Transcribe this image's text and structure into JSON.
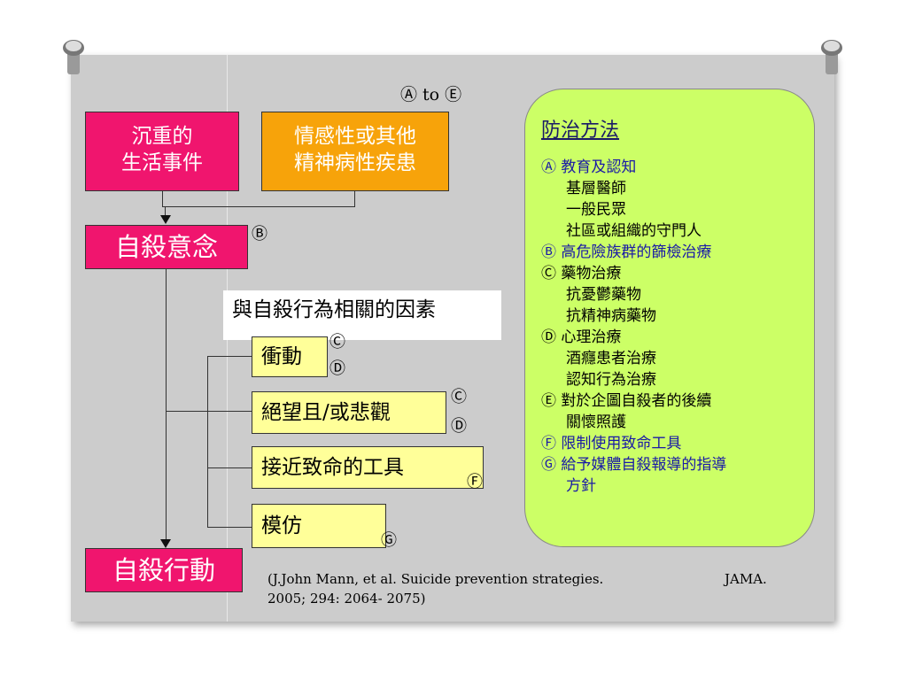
{
  "top_label": "Ⓐ to Ⓔ",
  "boxes": {
    "event": [
      "沉重的",
      "生活事件"
    ],
    "illness": [
      "情感性或其他",
      "精神病性疾患"
    ],
    "ideation": "自殺意念",
    "action": "自殺行動"
  },
  "factors": {
    "title": "與自殺行為相關的因素",
    "impulse": "衝動",
    "despair": "絕望且/或悲觀",
    "lethal": "接近致命的工具",
    "imitation": "模仿"
  },
  "markers": {
    "ideation": "Ⓑ",
    "impulse_c": "Ⓒ",
    "impulse_d": "Ⓓ",
    "despair_c": "Ⓒ",
    "despair_d": "Ⓓ",
    "lethal": "Ⓕ",
    "imitation": "Ⓖ"
  },
  "prevention": {
    "title": "防治方法",
    "rows": [
      {
        "text": "Ⓐ 教育及認知",
        "style": "head-blue"
      },
      {
        "text": "基層醫師",
        "style": "indent"
      },
      {
        "text": "一般民眾",
        "style": "indent"
      },
      {
        "text": "社區或組織的守門人",
        "style": "indent"
      },
      {
        "text": "Ⓑ 高危險族群的篩檢治療",
        "style": "head-blue"
      },
      {
        "text": "Ⓒ 藥物治療",
        "style": "head-black"
      },
      {
        "text": "抗憂鬱藥物",
        "style": "indent"
      },
      {
        "text": "抗精神病藥物",
        "style": "indent"
      },
      {
        "text": "Ⓓ 心理治療",
        "style": "head-black"
      },
      {
        "text": "酒癮患者治療",
        "style": "indent"
      },
      {
        "text": "認知行為治療",
        "style": "indent"
      },
      {
        "text": "Ⓔ 對於企圖自殺者的後續",
        "style": "head-black"
      },
      {
        "text": "關懷照護",
        "style": "indent"
      },
      {
        "text": "Ⓕ 限制使用致命工具",
        "style": "head-blue"
      },
      {
        "text": "Ⓖ 給予媒體自殺報導的指導",
        "style": "head-blue"
      },
      {
        "text": "方針",
        "style": "indent-blue"
      }
    ]
  },
  "citation": {
    "line1": "(J.John Mann, et al. Suicide prevention strategies.",
    "journal": "JAMA.",
    "line2": "2005; 294: 2064- 2075)"
  }
}
